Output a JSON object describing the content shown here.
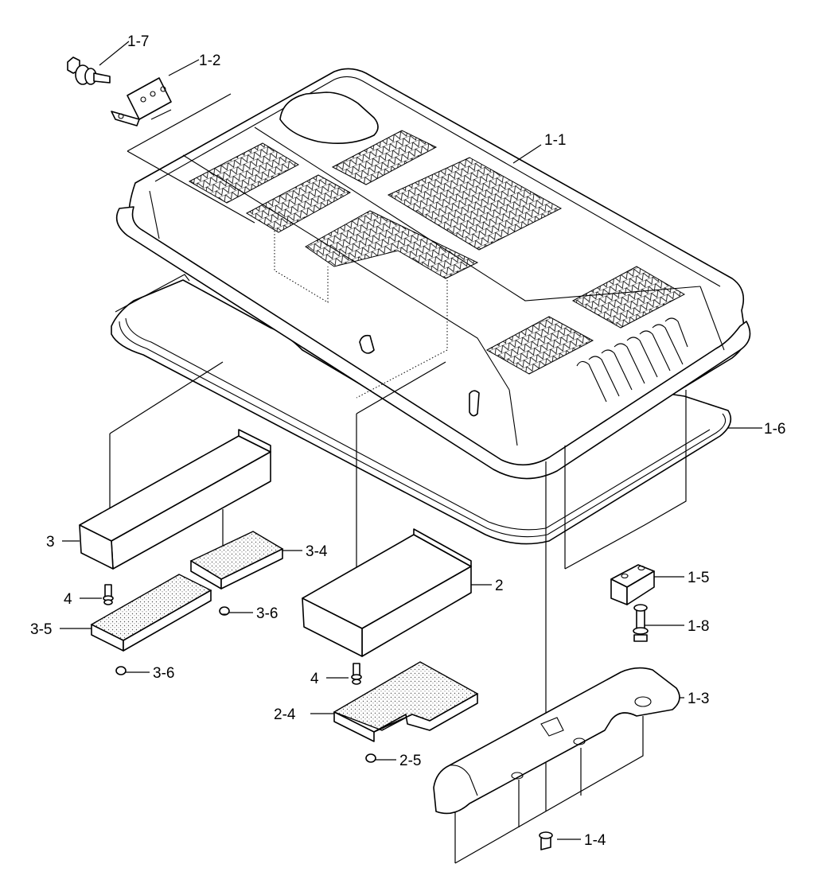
{
  "callouts": [
    {
      "id": "1-7",
      "text": "1-7"
    },
    {
      "id": "1-2",
      "text": "1-2"
    },
    {
      "id": "1-1",
      "text": "1-1"
    },
    {
      "id": "1-6",
      "text": "1-6"
    },
    {
      "id": "3",
      "text": "3"
    },
    {
      "id": "3-4",
      "text": "3-4"
    },
    {
      "id": "4a",
      "text": "4"
    },
    {
      "id": "3-6a",
      "text": "3-6"
    },
    {
      "id": "3-5",
      "text": "3-5"
    },
    {
      "id": "3-6b",
      "text": "3-6"
    },
    {
      "id": "2",
      "text": "2"
    },
    {
      "id": "1-5",
      "text": "1-5"
    },
    {
      "id": "1-8",
      "text": "1-8"
    },
    {
      "id": "4b",
      "text": "4"
    },
    {
      "id": "1-3",
      "text": "1-3"
    },
    {
      "id": "2-4",
      "text": "2-4"
    },
    {
      "id": "2-5",
      "text": "2-5"
    },
    {
      "id": "1-4",
      "text": "1-4"
    }
  ]
}
